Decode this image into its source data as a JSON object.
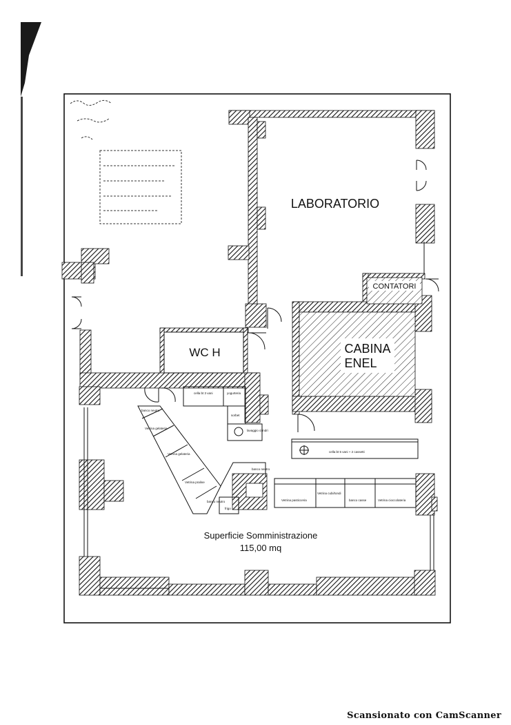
{
  "rooms": {
    "laboratorio": "LABORATORIO",
    "contatori": "CONTATORI",
    "wc": "WC H",
    "cabina_line1": "CABINA",
    "cabina_line2": "ENEL",
    "superficie_line1": "Superficie Somministrazione",
    "superficie_line2": "115,00 mq"
  },
  "furniture": {
    "banco_neutro_1": "banco neutro",
    "vetrina_gelateria_1": "Vetrina gelateria",
    "vetrina_gelateria_2": "Vetrina gelateria",
    "vetrina_praline": "Vetrina praline",
    "banco_neutro_2": "banco neutro",
    "frigo": "frigo",
    "cella_3_vani": "cella bt 3 vani",
    "yogurteria": "yogurteria",
    "sorbet": "sorbet",
    "lavoggio_cilindri": "lavaggio cilindri",
    "cella_5_vani": "cella bt 5 vani + 2 cassetti",
    "banco_neutro_3": "banco neutro",
    "vetrina_pasticceria": "Vetrina pasticceria",
    "vetrina_cubi": "Vetrina cubi/tondi",
    "banco_casse": "banco casse",
    "vetrina_cioccolateria": "Vetrina cioccolateria"
  },
  "footer": "Scansionato con CamScanner"
}
